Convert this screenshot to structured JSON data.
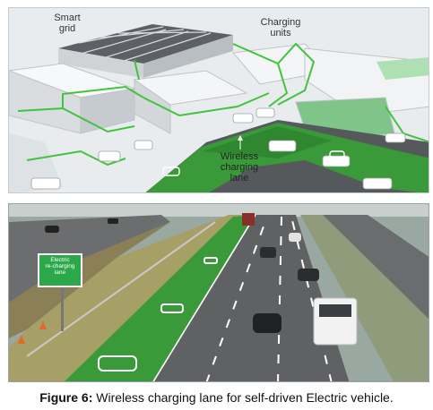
{
  "top_illustration": {
    "label_smart_grid": "Smart\ngrid",
    "label_charging_units": "Charging\nunits",
    "label_wireless_lane": "Wireless\ncharging\nlane"
  },
  "bottom_photo": {
    "road_sign": "Electric\nre-charging\nlane"
  },
  "caption": {
    "prefix": "Figure 6:",
    "text": " Wireless charging lane for self-driven Electric vehicle."
  },
  "colors": {
    "lane_green": "#3a9a3a",
    "grid_green": "#42c33e",
    "sign_green": "#2aa84a"
  }
}
